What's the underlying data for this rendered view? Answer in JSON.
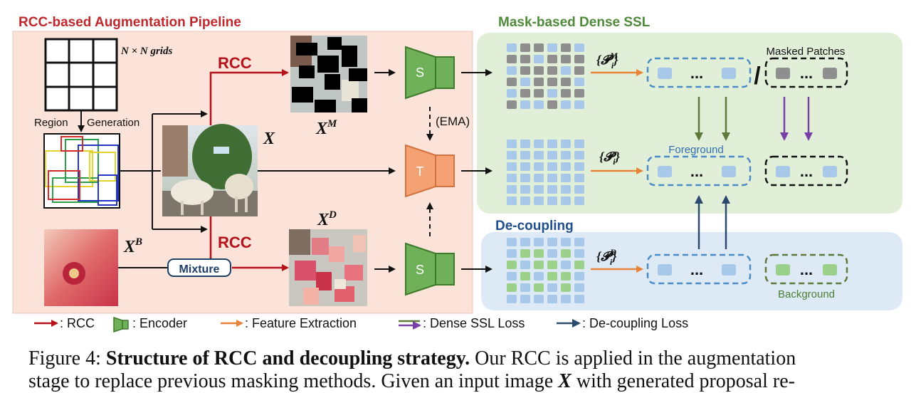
{
  "sections": {
    "pipeline_title": "RCC-based Augmentation Pipeline",
    "ssl_title": "Mask-based Dense SSL",
    "decoupling_title": "De-coupling"
  },
  "grid_label": "N × N grids",
  "region_label": "Region",
  "generation_label": "Generation",
  "rcc_label_top": "RCC",
  "rcc_label_bottom": "RCC",
  "mixture_label": "Mixture",
  "var_x": "X",
  "var_xm_base": "X",
  "var_xm_sup": "M",
  "var_xd_base": "X",
  "var_xd_sup": "D",
  "var_xb_base": "X",
  "var_xb_sup": "B",
  "encoders": {
    "student_top": "S",
    "teacher": "T",
    "student_bottom": "S"
  },
  "ema_label": "(EMA)",
  "feature_sets": {
    "top": {
      "base": "{𝓟",
      "sub": "i",
      "sup": "M",
      "close": "}"
    },
    "middle": {
      "base": "{𝓟",
      "sub": "i",
      "close": "}"
    },
    "bottom": {
      "base": "{𝓟",
      "sub": "i",
      "sup": "D",
      "close": "}"
    }
  },
  "ellipsis": "...",
  "masked_patches_label": "Masked Patches",
  "foreground_label": "Foreground",
  "background_label": "Background",
  "slash": "/",
  "legend": [
    {
      "label": ": RCC",
      "color": "#b5121b",
      "kind": "arrow"
    },
    {
      "label": ": Encoder",
      "color": "#5aa33c",
      "kind": "encoder"
    },
    {
      "label": ": Feature Extraction",
      "color": "#e8843a",
      "kind": "arrow"
    },
    {
      "label": ": Dense SSL Loss",
      "color": "#5d6b2f",
      "color2": "#7b3fa8",
      "kind": "double-arrow"
    },
    {
      "label": ": De-coupling Loss",
      "color": "#2c4a6e",
      "kind": "arrow"
    }
  ],
  "caption": {
    "prefix": "Figure 4: ",
    "bold": "Structure of RCC  and decoupling strategy.",
    "rest1": " Our RCC is applied in the augmentation",
    "line2a": "stage to replace previous masking methods.  Given an input image ",
    "line2var": "X",
    "line2b": " with generated proposal re-"
  },
  "colors": {
    "pipeline_bg": "#fbe3d9",
    "ssl_bg": "#e2efd8",
    "decoupling_bg": "#dde9f5",
    "rcc": "#b5121b",
    "encoder_green": "#6fb158",
    "teacher_orange": "#f4a173",
    "feature_orange": "#e8843a",
    "patch_blue": "#a7c8e8",
    "patch_gray": "#8e8e8e",
    "patch_green": "#9bd18a",
    "dashed_blue": "#4a8cc7",
    "ssl_arrow": "#5d7a3a",
    "masked_arrow": "#7b3fa8",
    "decoupling_arrow": "#2c4a6e"
  }
}
